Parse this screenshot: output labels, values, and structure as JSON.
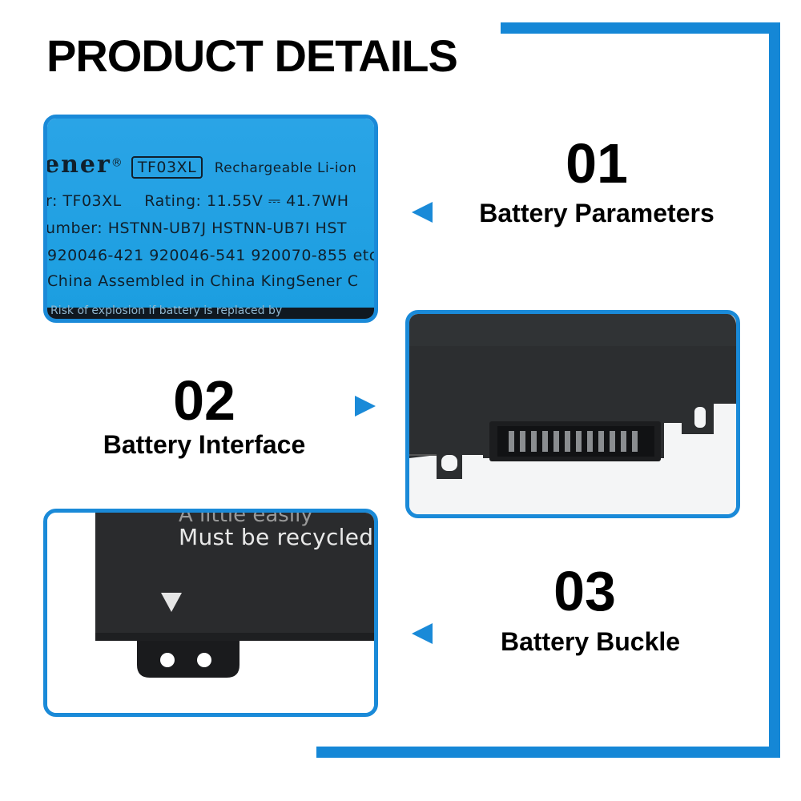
{
  "page": {
    "title": "PRODUCT DETAILS",
    "accent_color": "#1587d6"
  },
  "features": [
    {
      "number": "01",
      "label": "Battery Parameters"
    },
    {
      "number": "02",
      "label": "Battery Interface"
    },
    {
      "number": "03",
      "label": "Battery Buckle"
    }
  ],
  "battery_label": {
    "brand": "ener",
    "registered_mark": "®",
    "model_box": "TF03XL",
    "chemistry": "Rechargeable Li-ion",
    "model_line": "r: TF03XL",
    "rating": "Rating: 11.55V ⎓ 41.7WH",
    "part_numbers": "umber: HSTNN-UB7J  HSTNN-UB7I  HST",
    "part_numbers_2": "920046-421  920046-541  920070-855 etc.",
    "origin": "China  Assembled in China  KingSener C",
    "warning": "Risk of explosion if battery is replaced by"
  },
  "battery_back": {
    "recycle_partial": "A little easily",
    "recycle": "Must be recycled"
  },
  "icons": {
    "pointer_left": "triangle-left-icon",
    "pointer_right": "triangle-right-icon",
    "insert_arrow": "down-triangle-icon"
  }
}
